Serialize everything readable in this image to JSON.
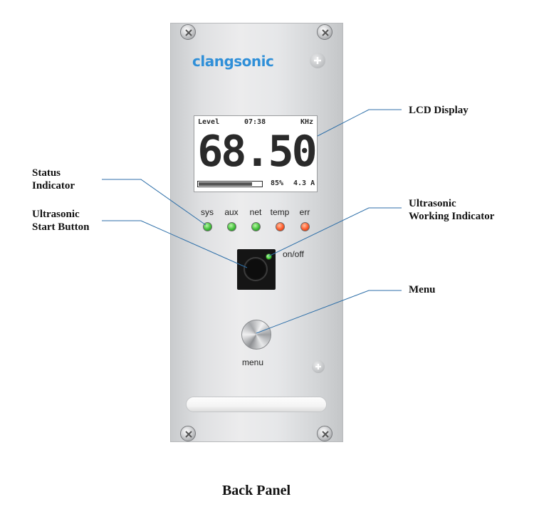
{
  "brand": {
    "logo_text": "clangsonic"
  },
  "lcd": {
    "top_left": "Level",
    "time": "07:38",
    "unit": "KHz",
    "frequency": "68.50",
    "power_percent_label": "85%",
    "power_fraction": 0.85,
    "current": "4.3 A"
  },
  "status_indicators": [
    {
      "label": "sys",
      "state": "green"
    },
    {
      "label": "aux",
      "state": "green"
    },
    {
      "label": "net",
      "state": "green"
    },
    {
      "label": "temp",
      "state": "red"
    },
    {
      "label": "err",
      "state": "red"
    }
  ],
  "buttons": {
    "onoff_label": "on/off",
    "menu_label": "menu"
  },
  "callouts": {
    "lcd_display": "LCD Display",
    "status_indicator_1": "Status",
    "status_indicator_2": "Indicator",
    "start_button_1": "Ultrasonic",
    "start_button_2": "Start Button",
    "working_indicator_1": "Ultrasonic",
    "working_indicator_2": "Working Indicator",
    "menu": "Menu"
  },
  "caption": "Back Panel",
  "colors": {
    "brand_blue": "#2f8fd8",
    "leader_line": "#2c6ea8",
    "led_green": "#41c03a",
    "led_red": "#ff5a2a"
  }
}
